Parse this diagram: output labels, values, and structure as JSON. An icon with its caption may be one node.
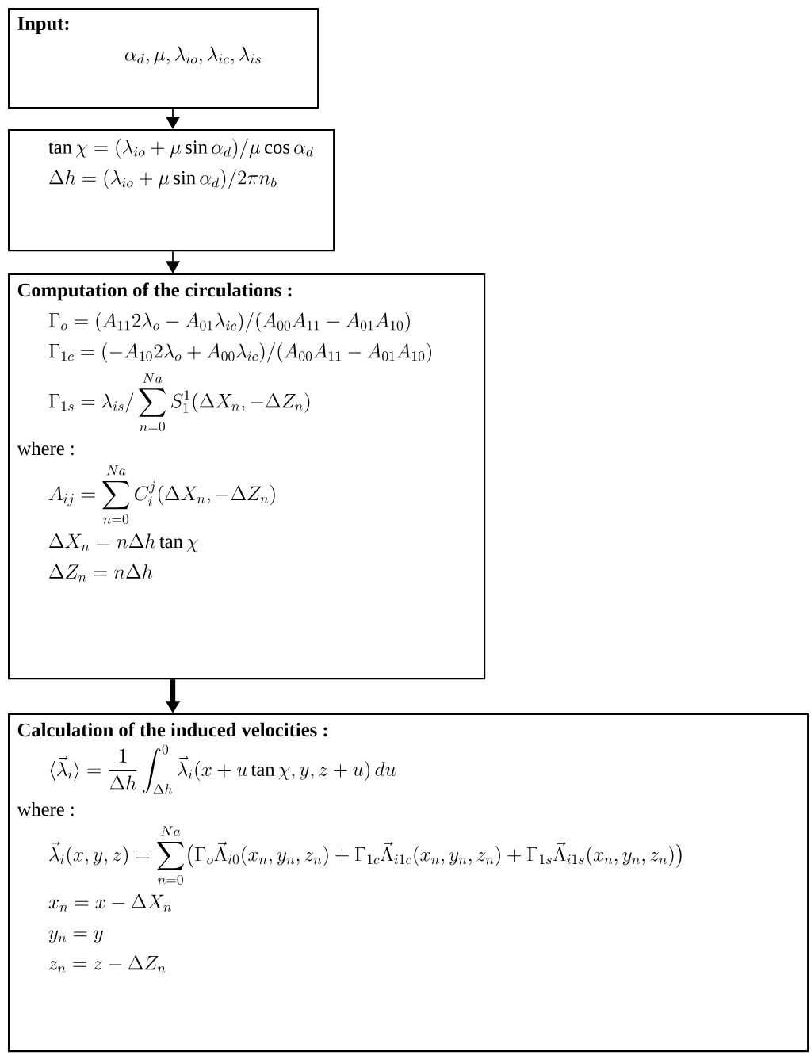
{
  "diagram": {
    "nodes": [
      {
        "text": [
          "Input:",
          "\\alpha_{d}, \\mu, \\lambda_{io}, \\lambda_{ic}, \\lambda_{is}"
        ]
      },
      {
        "text": [
          "\\tan\\chi = (\\lambda_{io} + \\mu\\sin\\alpha_{d})/\\mu\\cos\\alpha_{d}",
          "\\Delta h = (\\lambda_{io} + \\mu\\sin\\alpha_{d})/2\\pi n_{b}"
        ]
      },
      {
        "text": [
          "Computation of the circulations :",
          "\\Gamma_{o} = (A_{11}2\\lambda_{o} - A_{01}\\lambda_{ic})/(A_{00}A_{11} - A_{01}A_{10})",
          "\\Gamma_{1c} = (-A_{10}2\\lambda_{o} + A_{00}\\lambda_{ic})/(A_{00}A_{11} - A_{01}A_{10})",
          "\\Gamma_{1s} = \\lambda_{is}/\\sum_{n=0}^{Na} S_{1}^{1}(\\Delta X_{n}, -\\Delta Z_{n})",
          "where :",
          "A_{ij} = \\sum_{n=0}^{Na} C_{i}^{j}(\\Delta X_{n}, -\\Delta Z_{n})",
          "\\Delta X_{n} = n\\Delta h\\tan\\chi",
          "\\Delta Z_{n} = n\\Delta h"
        ]
      },
      {
        "text": [
          "Calculation of the induced velocities :",
          "\\langle\\vec{\\lambda}_{i}\\rangle = \\frac{1}{\\Delta h}\\int_{\\Delta h}^{0}\\vec{\\lambda}_{i}(x + u\\tan\\chi, y, z + u)\\,du",
          "where :",
          "\\vec{\\lambda}_{i}(x,y,z) = \\sum_{n=0}^{Na}\\bigl(\\Gamma_{o}\\vec{\\Lambda}_{i0}(x_{n},y_{n},z_{n}) + \\Gamma_{1c}\\vec{\\Lambda}_{i1c}(x_{n},y_{n},z_{n}) + \\Gamma_{1s}\\vec{\\Lambda}_{i1s}(x_{n},y_{n},z_{n})\\bigr)",
          "x_{n} = x - \\Delta X_{n}",
          "y_{n} = y",
          "z_{n} = z - \\Delta Z_{n}"
        ]
      }
    ],
    "edges": [
      {
        "from": 0,
        "to": 1,
        "arrow": "to"
      },
      {
        "from": 1,
        "to": 2,
        "arrow": "to"
      },
      {
        "from": 2,
        "to": 3,
        "arrow": "to",
        "style": "thick"
      }
    ]
  }
}
